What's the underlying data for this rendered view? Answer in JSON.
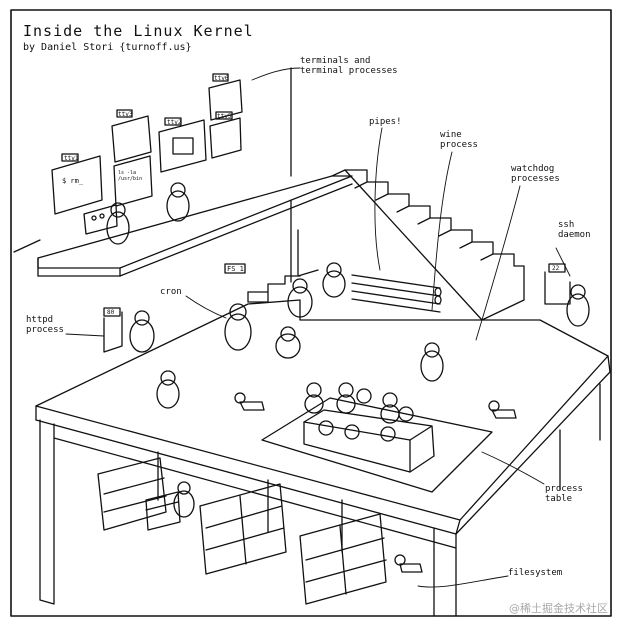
{
  "comic": {
    "title": "Inside the Linux Kernel",
    "byline": "by Daniel Stori {turnoff.us}"
  },
  "labels": {
    "terminals": "terminals and\nterminal processes",
    "pipes": "pipes!",
    "wine": "wine\nprocess",
    "watchdog": "watchdog\nprocesses",
    "ssh": "ssh\ndaemon",
    "cron": "cron",
    "httpd": "httpd\nprocess",
    "process_table": "process\ntable",
    "filesystem": "filesystem"
  },
  "signs": {
    "tty_top": "tty2",
    "tty_left": "tty1",
    "tty_mid": "tty3",
    "tty_right": "tty6",
    "tty_far": "tty5",
    "door_cron": "FS 1",
    "door_httpd": "80",
    "door_ssh": "22"
  },
  "screens": {
    "left": "$ rm_",
    "middle": "ls -la\n/usr/bin"
  },
  "watermark": "@稀土掘金技术社区"
}
